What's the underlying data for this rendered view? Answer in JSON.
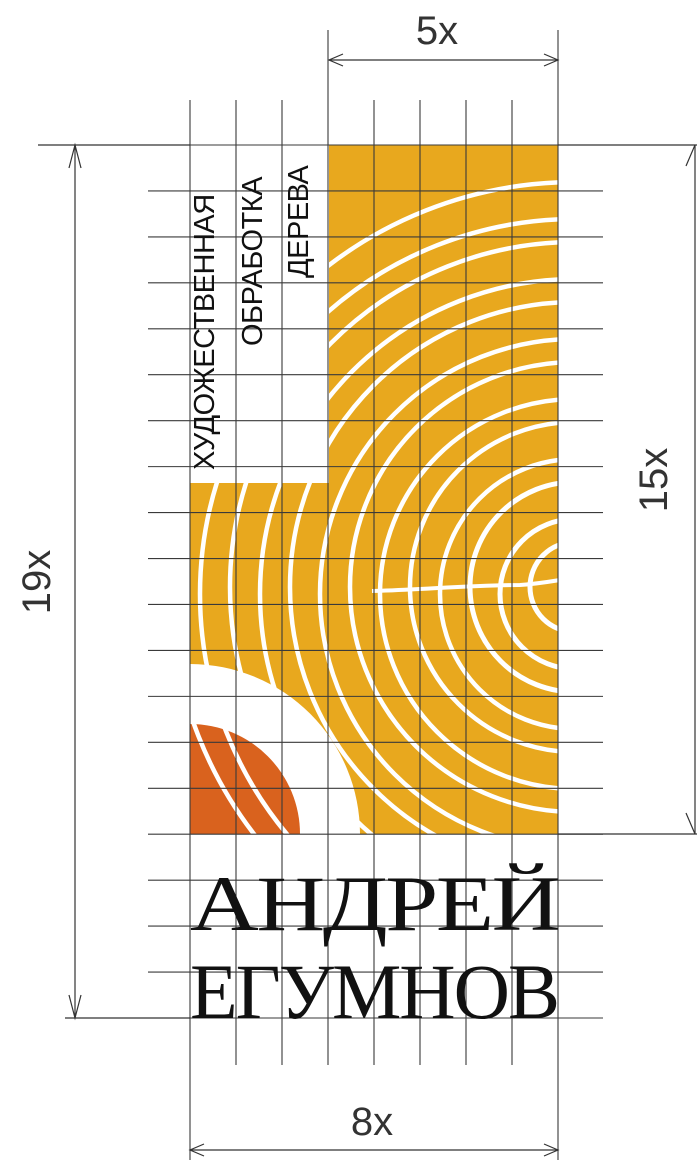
{
  "colors": {
    "accent": "#E8A81E",
    "accent_dark": "#D9621E",
    "grid_line": "#3a3a3a",
    "background": "#FFFFFF"
  },
  "dimensions": {
    "top_label": "5x",
    "right_label": "15x",
    "left_label": "19x",
    "bottom_label": "8x"
  },
  "subtitle_lines": [
    "ХУДОЖЕСТВЕННАЯ",
    "ОБРАБОТКА",
    "ДЕРЕВА"
  ],
  "name_lines": [
    "АНДРЕЙ",
    "ЕГУМНОВ"
  ]
}
